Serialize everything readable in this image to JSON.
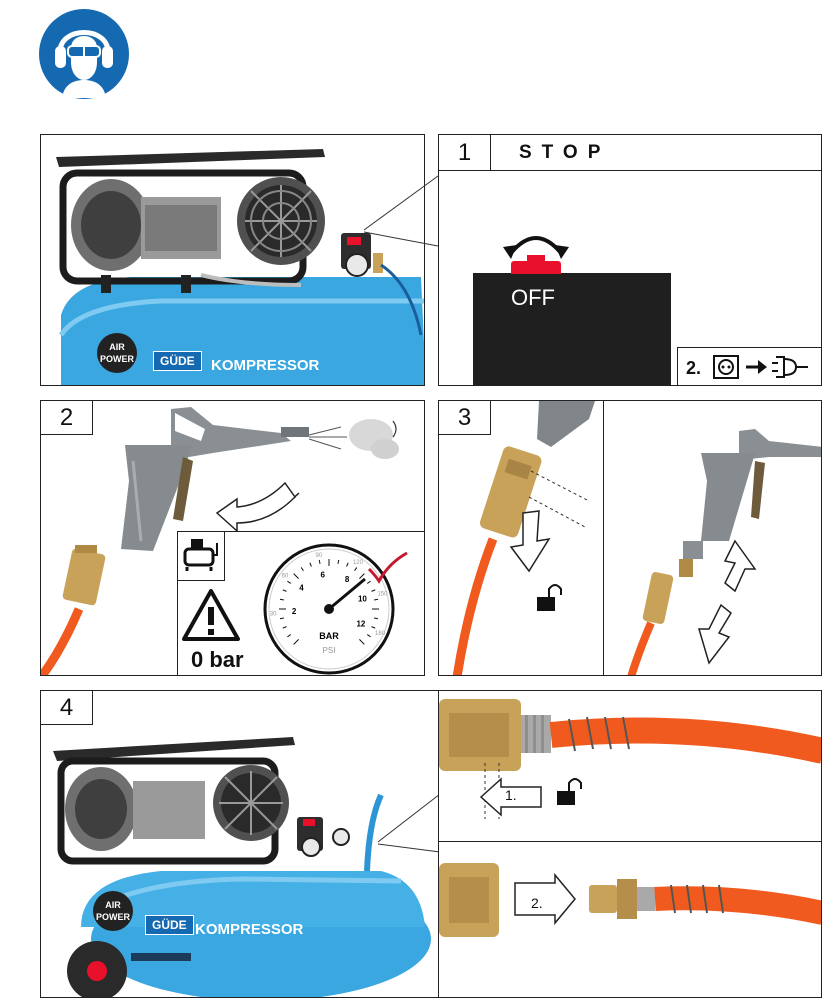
{
  "header": {
    "ppe_icon": "ear-and-eye-protection-icon",
    "ppe_color": "#1569b0"
  },
  "steps": {
    "step1": {
      "number": "1",
      "title": "STOP",
      "switch_label": "OFF",
      "unplug_number": "2."
    },
    "step2": {
      "number": "2",
      "warning_text": "0 bar",
      "gauge": {
        "bar_ticks": [
          "2",
          "4",
          "6",
          "8",
          "10",
          "12"
        ],
        "psi_ticks": [
          "30",
          "60",
          "90",
          "120",
          "150",
          "180"
        ],
        "unit_bar": "BAR",
        "unit_psi": "PSI"
      }
    },
    "step3": {
      "number": "3"
    },
    "step4": {
      "number": "4",
      "arrow1": "1.",
      "arrow2": "2."
    }
  },
  "product": {
    "badge": "AIR POWER",
    "brand": "GÜDE",
    "label": "KOMPRESSOR"
  },
  "colors": {
    "tank": "#3aa7e0",
    "hose": "#f05a1e",
    "switch": "#e8102a",
    "brass": "#c9a25a"
  }
}
